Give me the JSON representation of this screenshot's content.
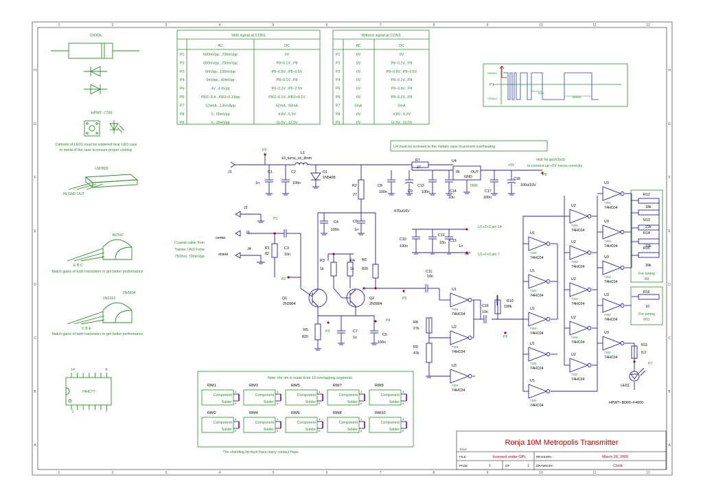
{
  "frame": {
    "columns": [
      "1",
      "2",
      "3",
      "4",
      "5",
      "6",
      "7",
      "8",
      "9",
      "10",
      "11",
      "12"
    ],
    "rows": [
      "H",
      "G",
      "F",
      "E",
      "D",
      "C",
      "B",
      "A"
    ]
  },
  "title_block": {
    "title_label": "TITLE",
    "title": "Ronja 10M Metropolis Transmitter",
    "file_label": "FILE:",
    "file": "licensed under GPL",
    "revision_label": "REVISION:",
    "revision": "March 28, 2005",
    "page_label": "PAGE",
    "page": "1",
    "of_label": "OF",
    "of": "1",
    "drawn_by_label": "DRAWN BY:",
    "drawn_by": "Clock"
  },
  "table_signal": {
    "title": "With signal at CON1",
    "headers": [
      "",
      "AC",
      "DC"
    ],
    "rows": [
      [
        "P1",
        "600mVpp...700mVpp",
        "0V"
      ],
      [
        "P2",
        "600mVpp...700mVpp",
        "P8−0.1V...P8"
      ],
      [
        "P3",
        "0mVpp...100mVpp",
        "P8−0.8V...P8−0.5V"
      ],
      [
        "P4",
        "0mVpp...40mVpp",
        "P8−0.1V...P8"
      ],
      [
        "P5",
        "4V...4.4Vpp",
        "P9−2.2V...P9−2.0V"
      ],
      [
        "P6",
        "P8/2−0.4...P8/2+0.1Vpp",
        "P8/2−0.1V...P8/2+0.1V"
      ],
      [
        "P7",
        "124mA...136mApp",
        "62mA...68mA"
      ],
      [
        "P8",
        "0...50mVpp",
        "4.8V...5.2V"
      ],
      [
        "P9",
        "0...20mVpp",
        "11.5V...12.5V"
      ]
    ]
  },
  "table_nosignal": {
    "title": "Without signal at CON1",
    "headers": [
      "",
      "AC",
      "DC"
    ],
    "rows": [
      [
        "P1",
        "0V",
        "0V"
      ],
      [
        "P2",
        "0V",
        "P8−0.1V...P8"
      ],
      [
        "P3",
        "0V",
        "P8−0.8V...P8−0.6V"
      ],
      [
        "P4",
        "0V",
        "P8−0.1V...P8"
      ],
      [
        "P5",
        "0V",
        "P9−4.4V...P9"
      ],
      [
        "P6",
        "0V",
        "P8−0.2V...P8"
      ],
      [
        "P7",
        "0mA",
        "0mA"
      ],
      [
        "P8",
        "0V",
        "4.8V...5.2V"
      ],
      [
        "P9",
        "0V",
        "11.5V...12.5V"
      ]
    ]
  },
  "left_notes": {
    "diode": "DIODE",
    "hpwt": "HPWT−7700",
    "led_note_1": "Cathode of LED1 must be soldered near LED case",
    "led_note_2": "to metal of the case to ensure proper cooling.",
    "lm7805": "LM7805",
    "lm_pins": "IN   GND     OUT",
    "bc547": "BC547",
    "bc_pins": "E  B  C",
    "bc_note": "Match gains of both transistors to get better performance",
    "n3904": "2N3904",
    "n2222": "2N2222",
    "n_pins": "C   B   E",
    "n_note": "Match gains of both transistors to get better performance",
    "ic": "74HC??",
    "ic_pin14": "14",
    "ic_pin8": "8",
    "ic_pin1": "1",
    "ic_pin7": "7"
  },
  "coax": {
    "line1": "Coaxial cable from",
    "line2": "Twister / AUI Forte",
    "line3": "75Ohm, 700mVpp",
    "center": "center",
    "shield": "shield"
  },
  "notes": {
    "u4_note": "U4 must be screwed to the metalic case to prevent overheating.",
    "stub1": "stub for gsch2pcb",
    "stub2": "to connect up +5V traces correctly",
    "u1u2u3_14": "U1+2+3 pin 14",
    "u1u2u3_7": "U1+2+3 pin 7",
    "tuning_r8": "For tuning",
    "tuning_r8b": "R8",
    "tuning_r11": "For tuning",
    "tuning_r11b": "R11",
    "rim_note": "Note: the rim is made from 10 overlapping segments.",
    "shield_note": "The shielding lid must have many contact flaps.",
    "led1_part": "HPWT−BD00−F4000"
  },
  "waveform": {
    "v_high": "+500mV",
    "v_low": "−500mV",
    "label": "P1",
    "t1": "50ns",
    "t2": "500ns"
  },
  "parts": {
    "J1": "J1",
    "J2": "J2",
    "J3": "J3",
    "J4": "J4",
    "L1": "L1",
    "L1v": "10_turns_on_8mm",
    "D1": "D1",
    "D1v": "1N5408",
    "C1": "C1",
    "C1v": "1n",
    "C2": "C2",
    "C2v": "100n",
    "R2": "R2",
    "R2v": "27",
    "R7": "R7",
    "R7v": "27",
    "U4": "U4",
    "U4in": "IN",
    "U4out": "OUT",
    "U4gnd": "GND",
    "U4v": "7805",
    "C8": "C8",
    "C8v": "100n",
    "C9": "C9",
    "C9v": "470u/16V",
    "C13": "C13",
    "C13v": "100n",
    "C14": "C14",
    "C14v": "10n",
    "C17": "C17",
    "C17v": "100n",
    "C18": "C18",
    "C18v": "100u/10V",
    "plus5": "+5V",
    "P8": "P8",
    "P9": "P9",
    "C4": "C4",
    "C4v": "100n",
    "C6": "C6",
    "C6v": "1n",
    "C10": "C10",
    "C10v": "100n",
    "C12": "C12",
    "C12v": "10n",
    "C15": "C15",
    "C15v": "1n",
    "R1": "R1",
    "R1v": "82",
    "C3": "C3",
    "C3v": "10n",
    "R3": "R3",
    "R3v": "1k",
    "R4": "R4",
    "R4v": "1k",
    "R6": "R6",
    "R6v": "820",
    "R5": "R5",
    "R5v": "820",
    "Q1": "Q1",
    "Q1v": "2N3904",
    "Q2": "Q2",
    "Q2v": "2N3904",
    "C7": "C7",
    "C7v": "1n",
    "C5": "C5",
    "C5v": "100n",
    "P1": "P1",
    "P2": "P2",
    "P3": "P3",
    "P4": "P4",
    "P5": "P5",
    "P6": "P6",
    "P7": "P7",
    "C11": "C11",
    "C11v": "10n",
    "C16": "C16",
    "C16v": "10n",
    "R10": "R10",
    "R10v": "100k",
    "R8": "R8",
    "R8v": "27k",
    "R9": "R9",
    "R9v": "47k",
    "U1": "U1",
    "U2": "U2",
    "U3": "U3",
    "gate_type": "7404",
    "gate_part": "74HC04",
    "R11": "R11",
    "R11v": "8.2",
    "LED1": "LED1",
    "R12": "R12",
    "R12v": "18k",
    "R13": "R13",
    "R13v": "22k",
    "R14": "R14",
    "R14v": "33k",
    "R15": "R15",
    "R15v": "39k",
    "R16": "R16",
    "R16v": "10"
  },
  "rim": {
    "items": [
      "RIM1",
      "RIM3",
      "RIM5",
      "RIM7",
      "RIM9",
      "RIM2",
      "RIM4",
      "RIM6",
      "RIM8",
      "RIM10"
    ],
    "component": "Component",
    "solder": "Solder",
    "pin1": "1",
    "pin2": "2"
  }
}
